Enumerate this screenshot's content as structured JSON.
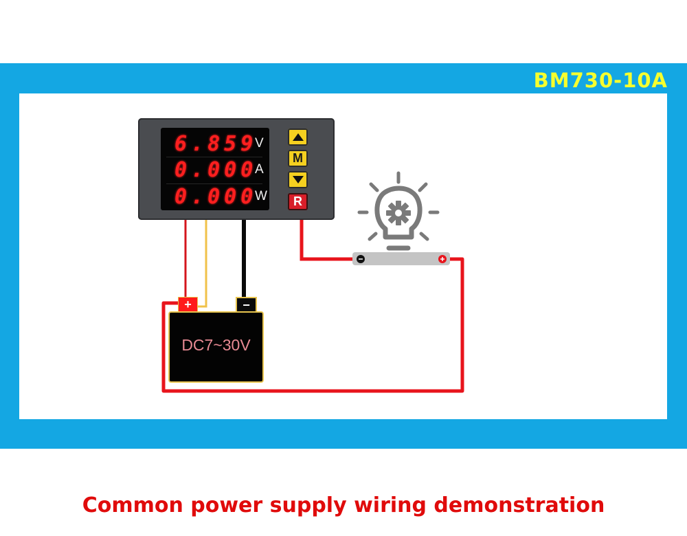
{
  "model_label": "BM730-10A",
  "caption": "Common power supply wiring demonstration",
  "meter": {
    "readings": [
      {
        "value": "6.859",
        "unit": "V"
      },
      {
        "value": "0.000",
        "unit": "A"
      },
      {
        "value": "0.000",
        "unit": "W"
      }
    ],
    "buttons": {
      "up": "up-arrow",
      "mode": "M",
      "down": "down-arrow",
      "reset": "R"
    }
  },
  "battery": {
    "label": "DC7~30V",
    "positive": "+",
    "negative": "−"
  },
  "load": {
    "icon": "lightbulb-gear-icon",
    "negative": "−",
    "positive": "+"
  },
  "colors": {
    "frame": "#14a7e3",
    "model_text": "#f6ff2e",
    "caption": "#e00b0b",
    "wire_red": "#e8141c",
    "wire_yellow": "#f0c24a",
    "wire_black": "#0a0a0a",
    "segment_red": "#ff1f1f",
    "button_yellow": "#f5d020",
    "button_red": "#d81f2a",
    "icon_gray": "#7a7a7a"
  }
}
